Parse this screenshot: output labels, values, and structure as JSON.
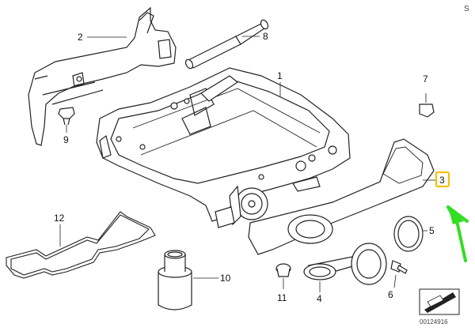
{
  "corner_mark": "S",
  "catalog_number": "00124916",
  "accent_color": "#f2c200",
  "arrow_color": "#33dd22",
  "callouts": [
    {
      "id": "part-1",
      "label": "1"
    },
    {
      "id": "part-2",
      "label": "2"
    },
    {
      "id": "part-3",
      "label": "3",
      "highlighted": true
    },
    {
      "id": "part-4",
      "label": "4"
    },
    {
      "id": "part-5",
      "label": "5"
    },
    {
      "id": "part-6",
      "label": "6"
    },
    {
      "id": "part-7",
      "label": "7"
    },
    {
      "id": "part-8",
      "label": "8"
    },
    {
      "id": "part-9",
      "label": "9"
    },
    {
      "id": "part-10",
      "label": "10"
    },
    {
      "id": "part-11",
      "label": "11"
    },
    {
      "id": "part-12",
      "label": "12"
    }
  ]
}
